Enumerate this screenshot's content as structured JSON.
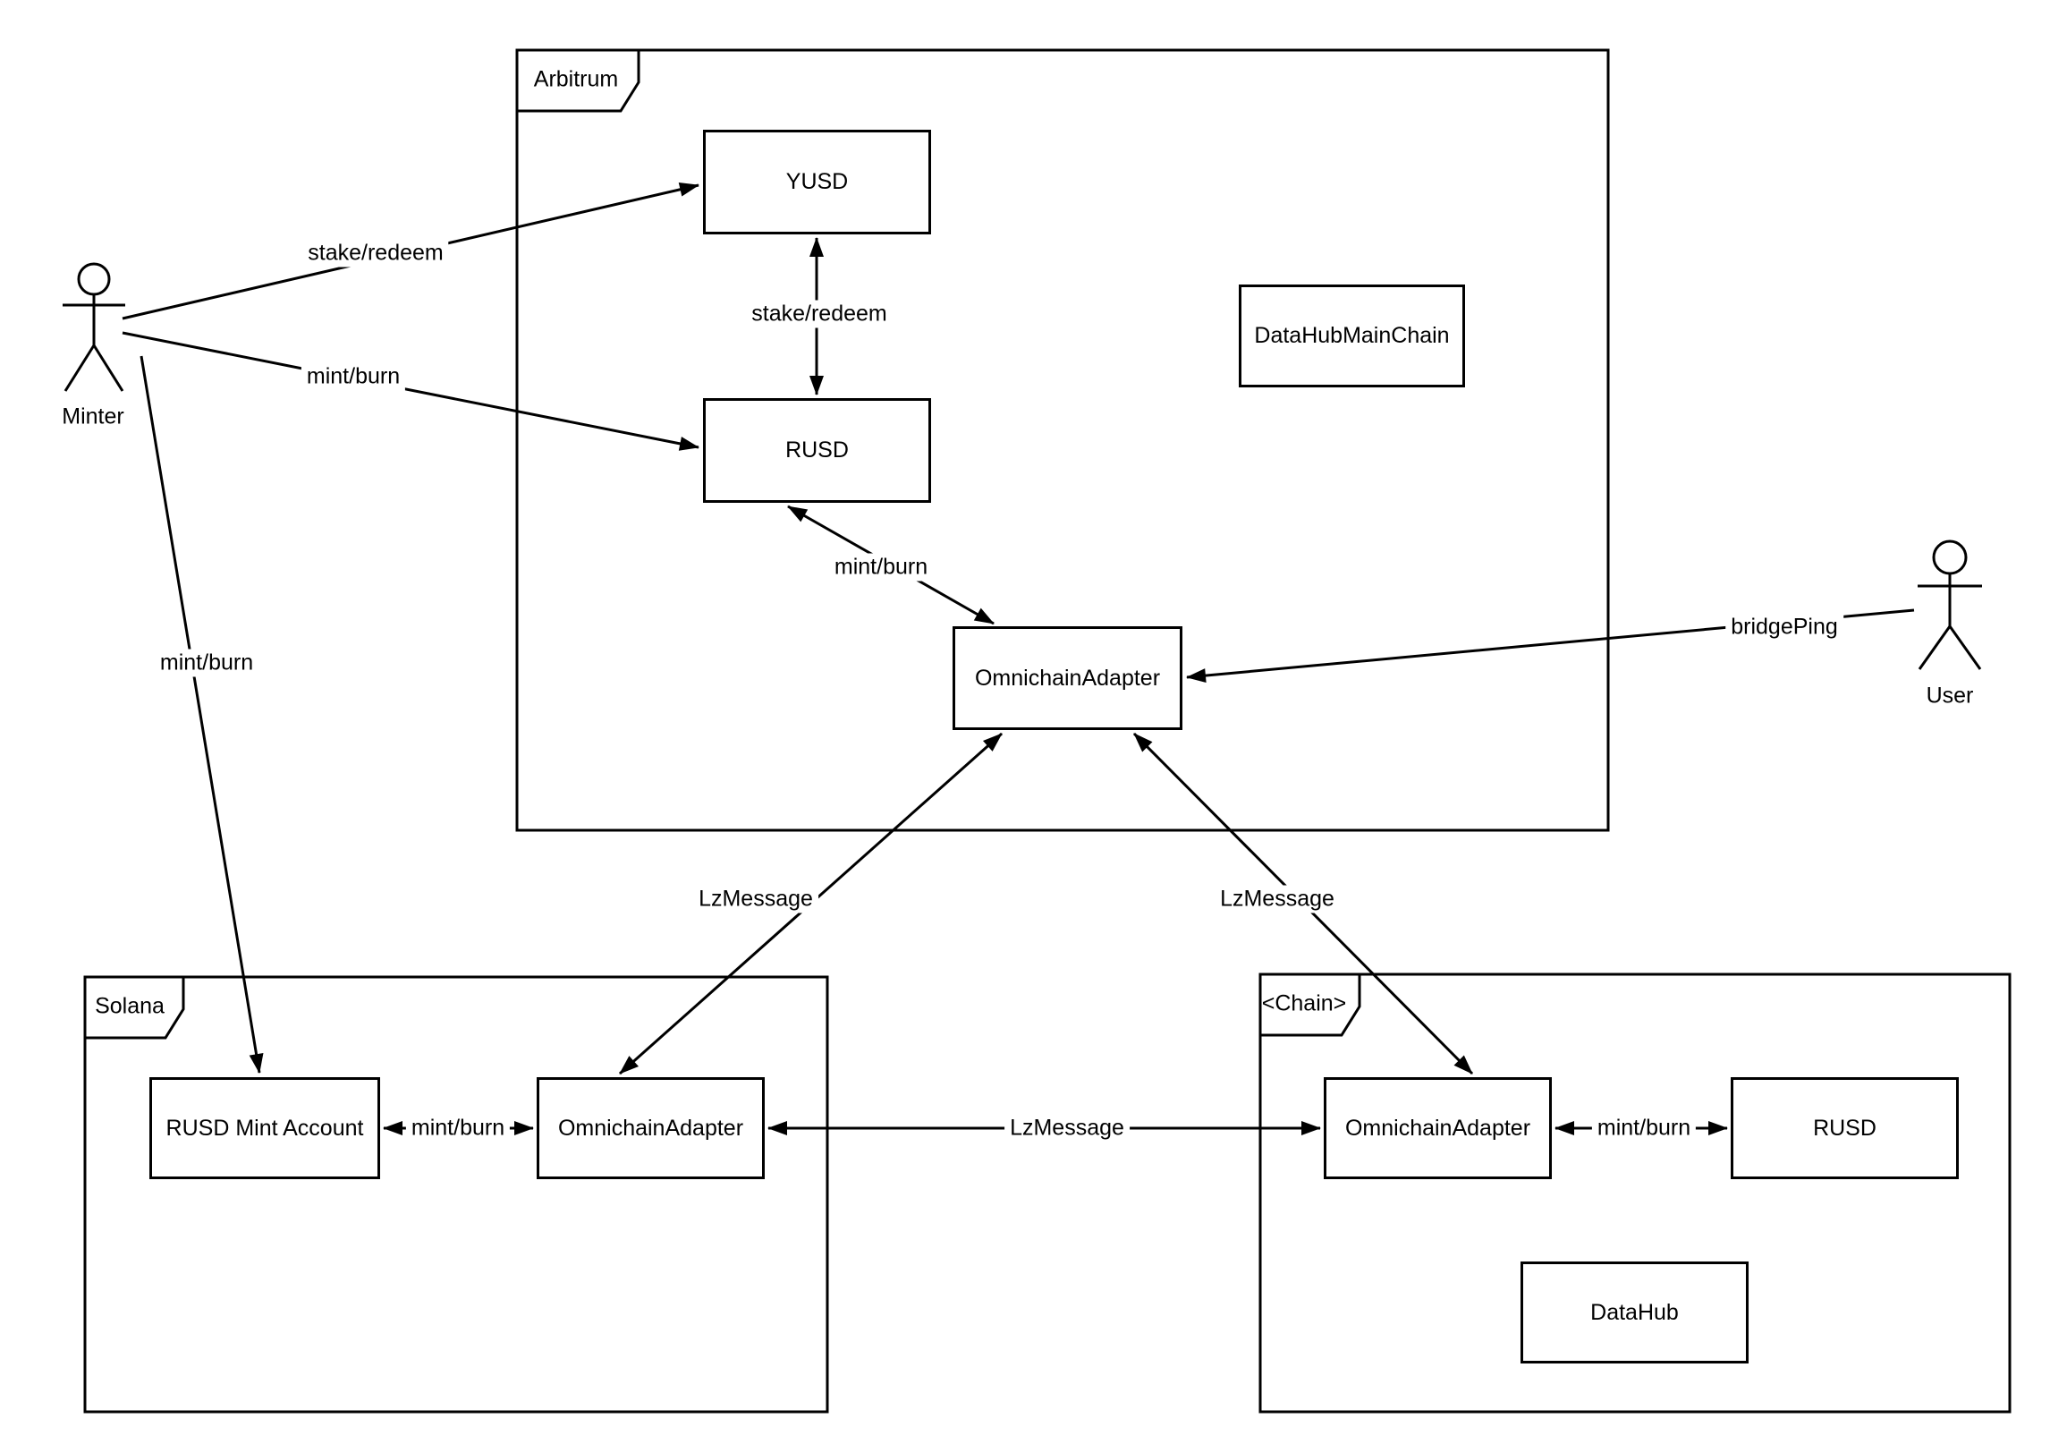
{
  "diagram": {
    "containers": {
      "arbitrum": {
        "label": "Arbitrum"
      },
      "solana": {
        "label": "Solana"
      },
      "chain": {
        "label": "<Chain>"
      }
    },
    "nodes": {
      "yusd": {
        "label": "YUSD"
      },
      "rusd_arbitrum": {
        "label": "RUSD"
      },
      "datahub_main_chain": {
        "label": "DataHubMainChain"
      },
      "omnichain_adapter_arbitrum": {
        "label": "OmnichainAdapter"
      },
      "rusd_mint_account": {
        "label": "RUSD Mint Account"
      },
      "omnichain_adapter_solana": {
        "label": "OmnichainAdapter"
      },
      "omnichain_adapter_chain": {
        "label": "OmnichainAdapter"
      },
      "rusd_chain": {
        "label": "RUSD"
      },
      "datahub": {
        "label": "DataHub"
      }
    },
    "actors": {
      "minter": {
        "label": "Minter"
      },
      "user": {
        "label": "User"
      }
    },
    "edges": {
      "minter_stake_redeem_yusd": {
        "label": "stake/redeem"
      },
      "minter_mint_burn_rusd": {
        "label": "mint/burn"
      },
      "minter_mint_burn_rusd_mint_account": {
        "label": "mint/burn"
      },
      "yusd_stake_redeem_rusd": {
        "label": "stake/redeem"
      },
      "rusd_mint_burn_adapter": {
        "label": "mint/burn"
      },
      "user_bridge_ping_adapter": {
        "label": "bridgePing"
      },
      "arb_adapter_lz_solana_adapter": {
        "label": "LzMessage"
      },
      "arb_adapter_lz_chain_adapter": {
        "label": "LzMessage"
      },
      "sol_adapter_lz_chain_adapter": {
        "label": "LzMessage"
      },
      "mint_account_mint_burn_sol_adapter": {
        "label": "mint/burn"
      },
      "chain_adapter_mint_burn_rusd": {
        "label": "mint/burn"
      }
    },
    "colors": {
      "stroke": "#000000",
      "background": "#ffffff"
    }
  }
}
